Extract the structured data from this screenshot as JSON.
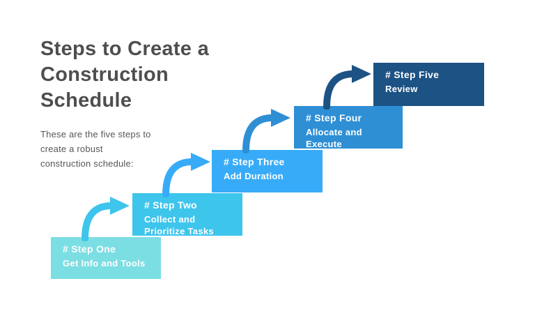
{
  "header": {
    "title_lines": [
      "Steps to Create a",
      "Construction",
      "Schedule"
    ],
    "subtitle_lines": [
      "These are the five steps to",
      "create a robust",
      "construction schedule:"
    ]
  },
  "steps": [
    {
      "heading": "# Step One",
      "lines": [
        "Get Info and Tools"
      ],
      "color": "#7BDEE3"
    },
    {
      "heading": "# Step Two",
      "lines": [
        "Collect and",
        "Prioritize Tasks"
      ],
      "color": "#3EC5EC"
    },
    {
      "heading": "# Step Three",
      "lines": [
        "Add Duration"
      ],
      "color": "#38ABF8"
    },
    {
      "heading": "# Step Four",
      "lines": [
        "Allocate and",
        "Execute"
      ],
      "color": "#2E8FD5"
    },
    {
      "heading": "# Step Five",
      "lines": [
        "Review"
      ],
      "color": "#1C5284"
    }
  ],
  "arrows": [
    {
      "name": "arrow-step1-to-step2",
      "color": "#3EC5EC"
    },
    {
      "name": "arrow-step2-to-step3",
      "color": "#38ABF8"
    },
    {
      "name": "arrow-step3-to-step4",
      "color": "#2E8FD5"
    },
    {
      "name": "arrow-step4-to-step5",
      "color": "#1C5284"
    }
  ],
  "colors": {
    "background": "#FFFFFF",
    "title_text": "#4E4E4E",
    "subtitle_text": "#575757",
    "step_text": "#FFFFFF"
  }
}
